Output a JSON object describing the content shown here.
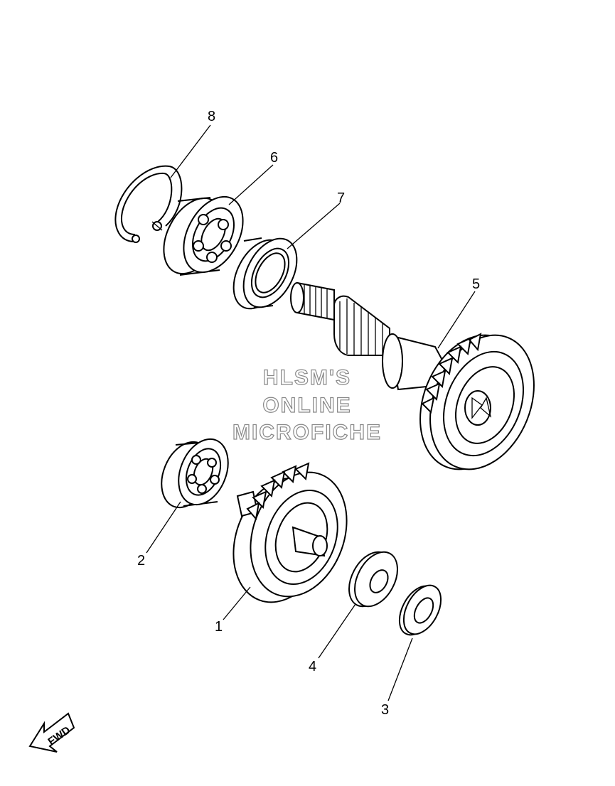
{
  "callouts": {
    "c1": "1",
    "c2": "2",
    "c3": "3",
    "c4": "4",
    "c5": "5",
    "c6": "6",
    "c7": "7",
    "c8": "8"
  },
  "watermark": {
    "line1": "HLSM'S",
    "line2": "ONLINE",
    "line3": "MICROFICHE"
  },
  "fwd_label": "FWD"
}
